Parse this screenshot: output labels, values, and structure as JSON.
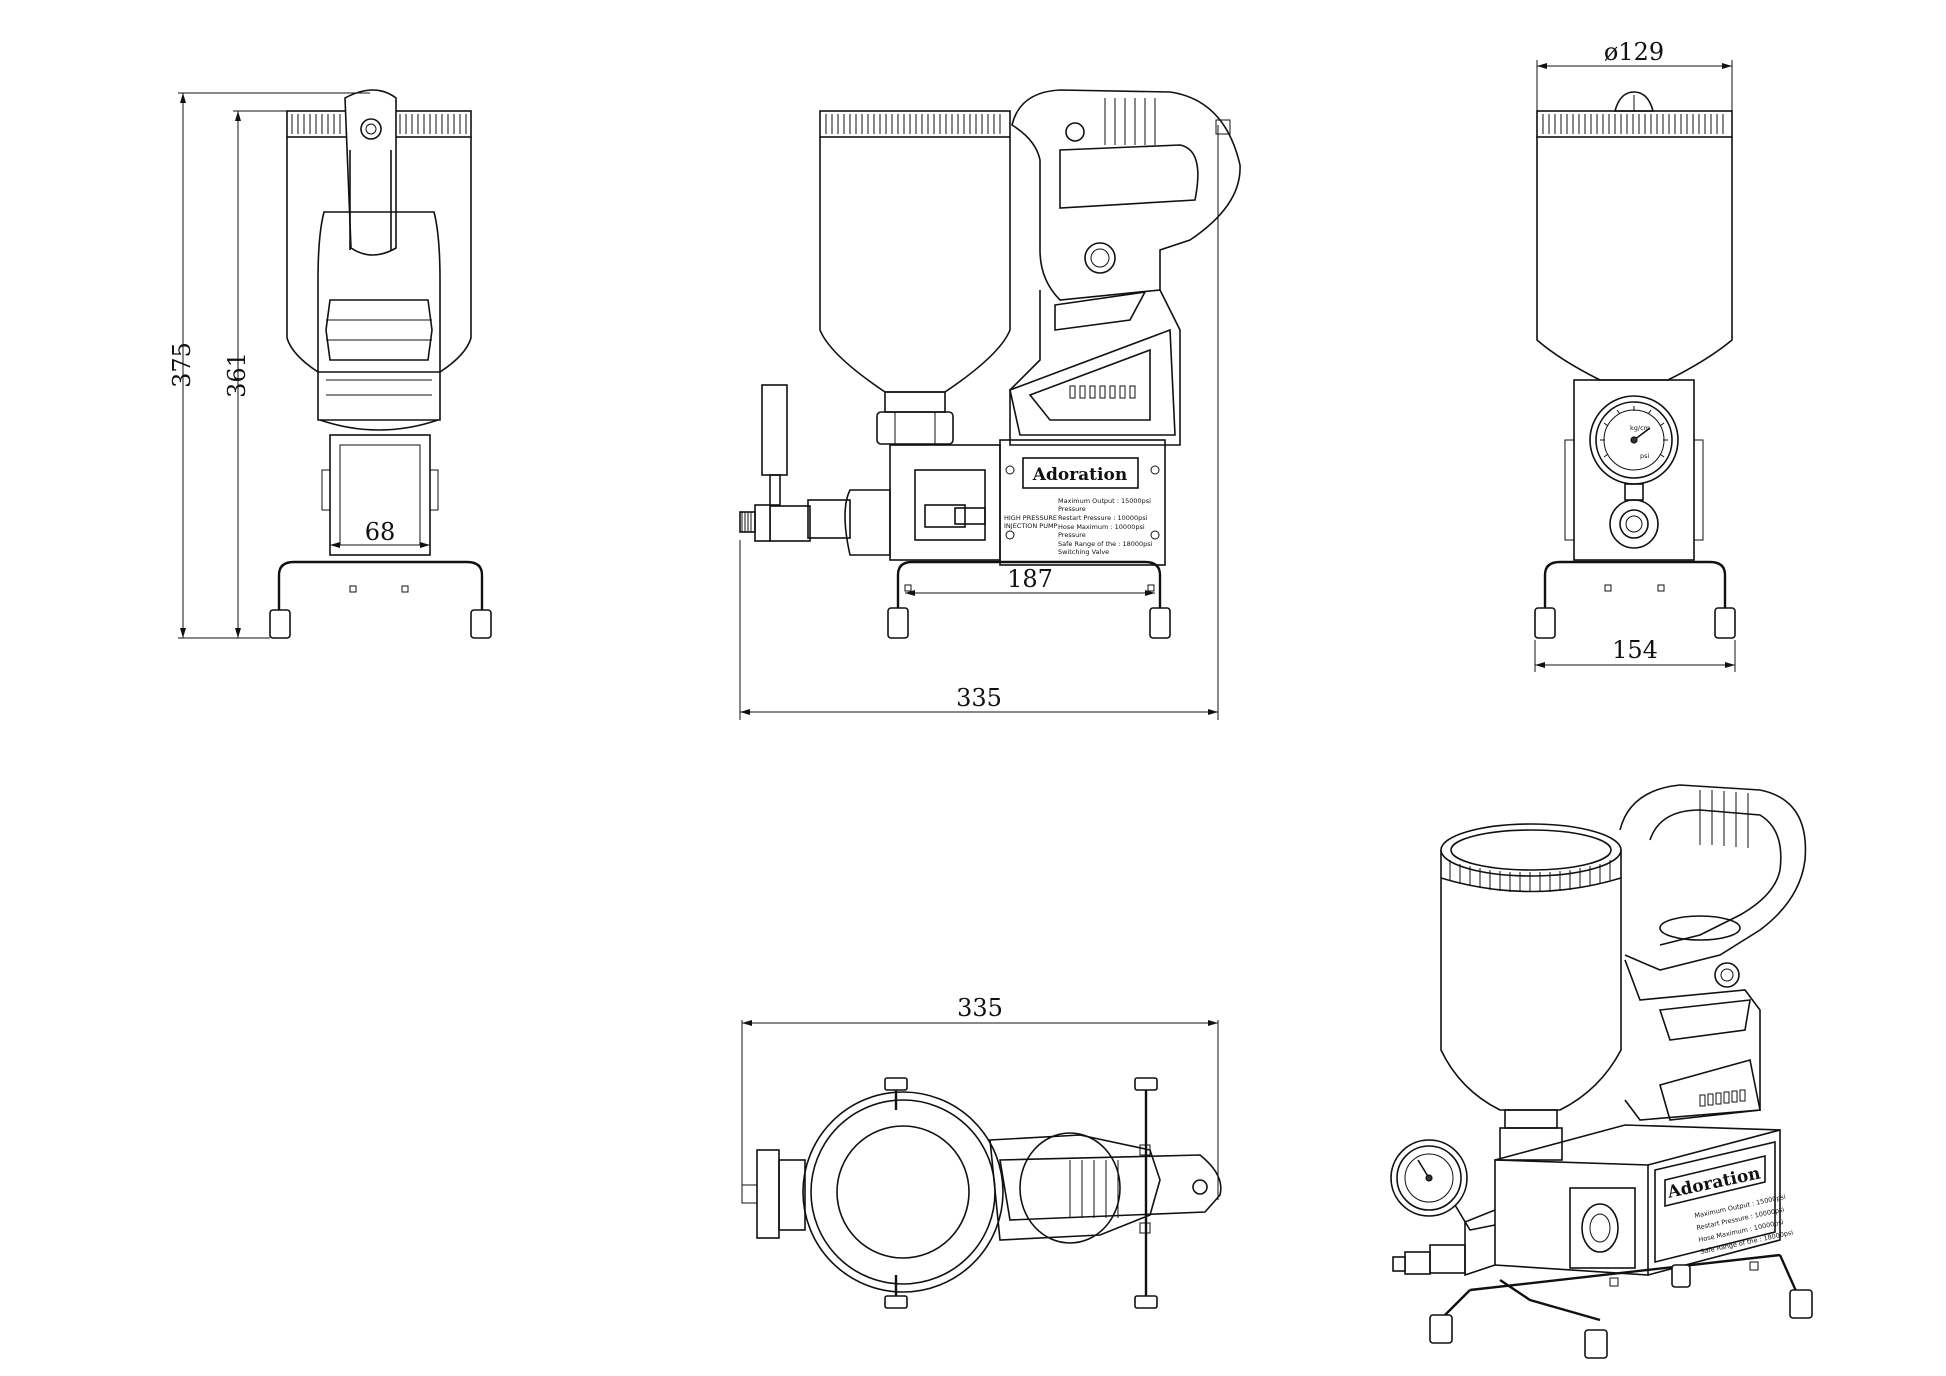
{
  "dimensions": {
    "front_height_total": "375",
    "front_height_body": "361",
    "front_base_width": "68",
    "side_base_width": "187",
    "side_overall_length": "335",
    "rear_tank_diameter": "ø129",
    "rear_base_width": "154",
    "top_overall_length": "335"
  },
  "nameplate": {
    "brand": "Adoration",
    "spec_1": "Maximum Output : 15000psi",
    "spec_1b": "Pressure",
    "spec_2": "Restart Pressure : 10000psi",
    "spec_3": "Hose Maximum : 10000psi",
    "spec_3b": "Pressure",
    "spec_4": "Safe Range of the : 18000psi",
    "spec_4b": "Switching Valve",
    "left_text_1": "HIGH PRESSURE",
    "left_text_2": "INJECTION PUMP"
  },
  "gauge": {
    "unit_1": "kg/cm",
    "unit_2": "psi"
  },
  "colors": {
    "line": "#111111",
    "background": "#ffffff"
  }
}
